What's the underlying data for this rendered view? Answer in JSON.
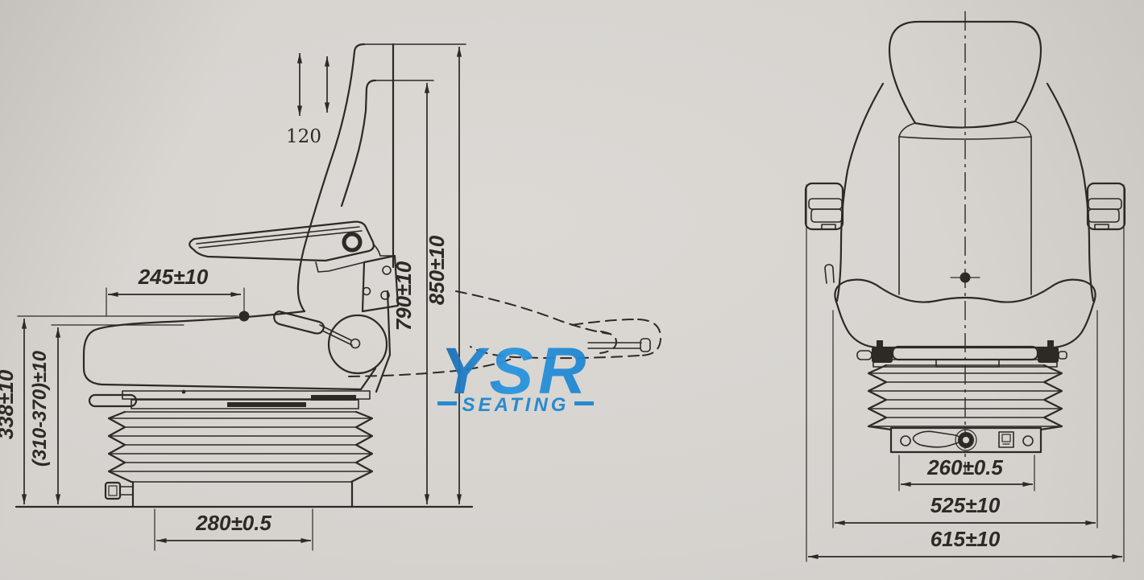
{
  "colors": {
    "paper": "#d6d3cf",
    "ink": "#2d2925",
    "logo_blue_dark": "#1a6db4",
    "logo_blue_light": "#2a96e0",
    "logo_blue_mid": "#1f86cf"
  },
  "watermark": {
    "brand": "YSR",
    "word": "SEATING"
  },
  "side_view": {
    "headrest_travel": "120",
    "armrest_pivot_setback": "245±10",
    "seat_height": "338±10",
    "seat_height_range": "(310-370)±10",
    "backrest_height": "790±10",
    "overall_height": "850±10",
    "rail_spacing": "280±0.5"
  },
  "front_view": {
    "mount_width": "260±0.5",
    "seat_width": "525±10",
    "overall_width": "615±10"
  }
}
